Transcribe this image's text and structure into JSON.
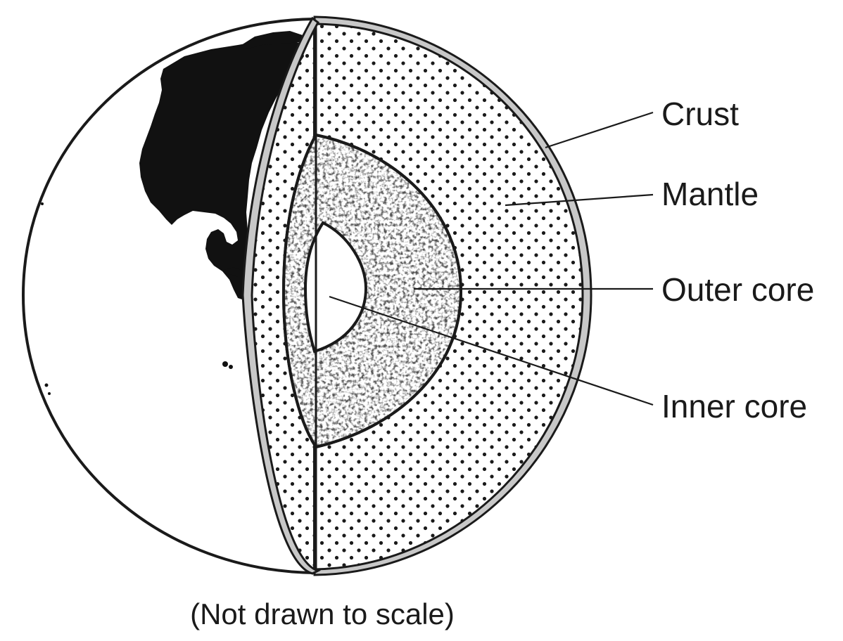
{
  "labels": {
    "crust": "Crust",
    "mantle": "Mantle",
    "outer_core": "Outer core",
    "inner_core": "Inner core"
  },
  "caption": "(Not drawn to scale)",
  "colors": {
    "ink": "#1a1a1a",
    "crust_fill": "#c8c8c8",
    "background": "#ffffff"
  }
}
